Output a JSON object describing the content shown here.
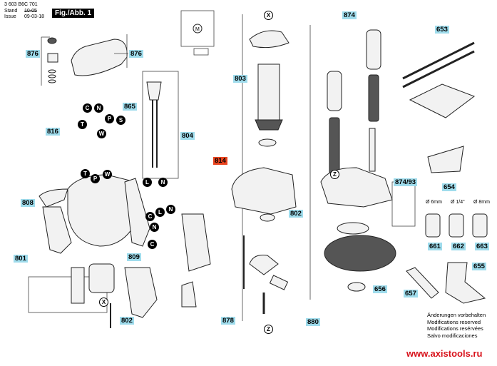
{
  "header": {
    "part_number": "3 603 B6C 701",
    "stand_label": "Stand",
    "issue_label": "Issue",
    "old_date": "10-05",
    "issue_date": "09-03-18",
    "figure_label": "Fig./Abb. 1"
  },
  "labels": {
    "l876a": "876",
    "l876b": "876",
    "l865": "865",
    "l816": "816",
    "l804": "804",
    "l808": "808",
    "l809": "809",
    "l801": "801",
    "l802a": "802",
    "l878": "878",
    "l803": "803",
    "l814": "814",
    "l802b": "802",
    "l880": "880",
    "l874": "874",
    "l874_93": "874/93",
    "l656": "656",
    "l653": "653",
    "l654": "654",
    "l661": "661",
    "l662": "662",
    "l663": "663",
    "l655": "655",
    "l657": "657"
  },
  "connectors": {
    "c1": "C",
    "n1": "N",
    "p1": "P",
    "s1": "S",
    "t1": "T",
    "w1": "W",
    "t2": "T",
    "p2": "P",
    "w2": "W",
    "l1": "L",
    "n2": "N",
    "c2": "C",
    "l2": "L",
    "n3": "N",
    "n4": "N",
    "c3": "C",
    "x1": "X",
    "x2": "X",
    "z1": "Z",
    "z2": "Z"
  },
  "collet_sizes": [
    "Ø 6mm",
    "Ø 1/4\"",
    "Ø 8mm"
  ],
  "footer": {
    "notes": [
      "Änderungen vorbehalten",
      "Modifications reserved",
      "Modifications resérvées",
      "Salvo modificaciones"
    ],
    "website": "www.axistools.ru"
  },
  "colors": {
    "label_bg": "#9fdcec",
    "highlight_label_bg": "#e8441f",
    "website": "#d8121b"
  }
}
